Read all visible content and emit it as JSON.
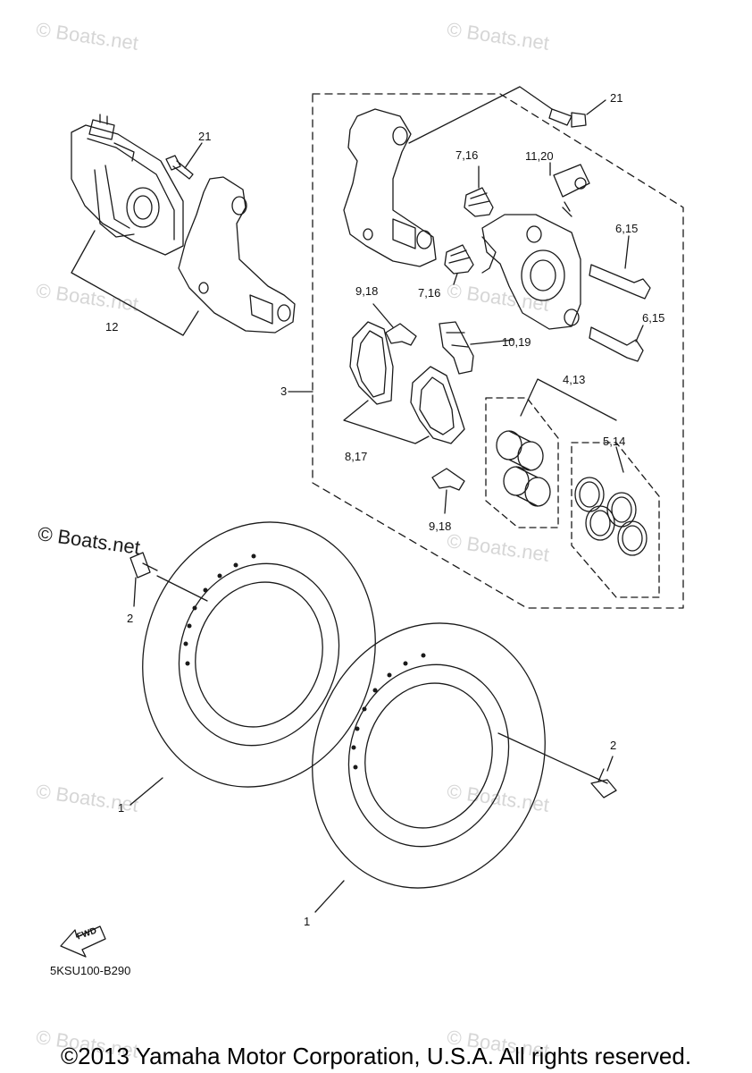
{
  "watermark_text": "© Boats.net",
  "callouts": {
    "c21a": "21",
    "c21b": "21",
    "c12": "12",
    "c3": "3",
    "c716a": "7,16",
    "c716b": "7,16",
    "c1120": "11,20",
    "c615a": "6,15",
    "c615b": "6,15",
    "c918a": "9,18",
    "c918b": "9,18",
    "c1019": "10,19",
    "c413": "4,13",
    "c514": "5,14",
    "c817": "8,17",
    "c2a": "2",
    "c2b": "2",
    "c1a": "1",
    "c1b": "1"
  },
  "fwd_label": "FWD",
  "diagram_code": "5KSU100-B290",
  "copyright": "©2013 Yamaha Motor Corporation, U.S.A. All rights reserved."
}
